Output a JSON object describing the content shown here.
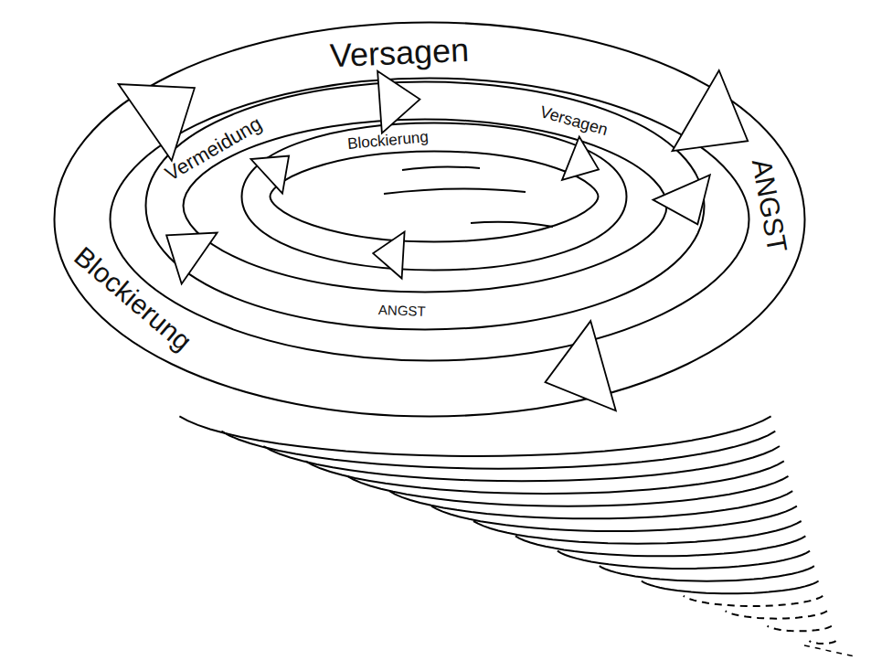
{
  "diagram": {
    "labels": [
      "Versagen",
      "Vermeidung",
      "Versagen",
      "Blockierung",
      "ANGST",
      "ANGST",
      "Blockierung"
    ]
  }
}
